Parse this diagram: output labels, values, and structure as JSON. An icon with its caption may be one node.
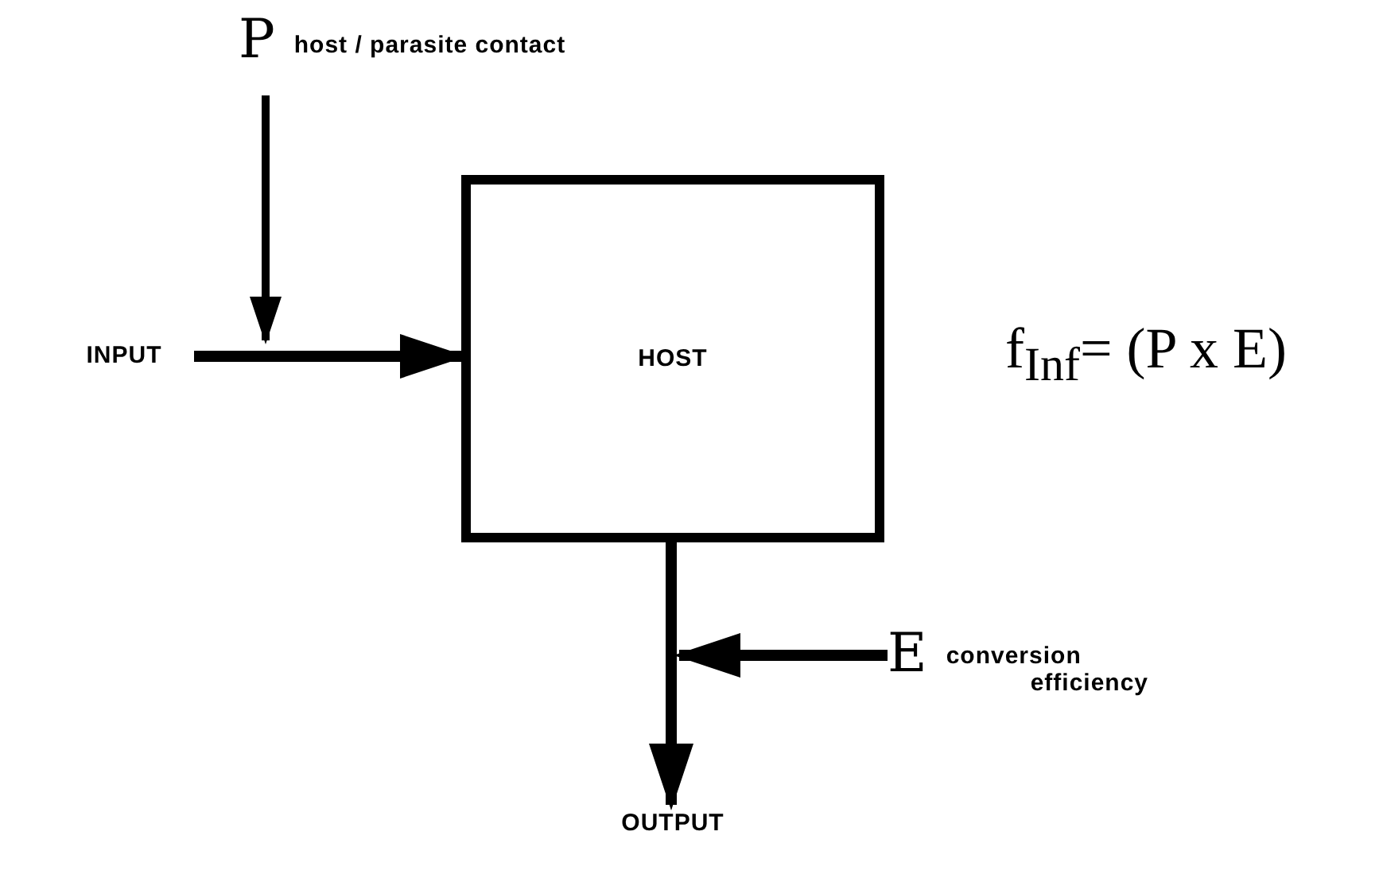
{
  "diagram": {
    "nodes": [
      {
        "text": [
          "INPUT"
        ]
      },
      {
        "text": [
          "HOST"
        ]
      },
      {
        "text": [
          "OUTPUT"
        ]
      },
      {
        "text": [
          "P",
          "host / parasite contact"
        ]
      },
      {
        "text": [
          "E",
          "conversion efficiency"
        ]
      }
    ],
    "edges": [
      {
        "from": 0,
        "to": 1,
        "arrow": "to"
      },
      {
        "from": 3,
        "to": null,
        "arrow": "to"
      },
      {
        "from": 1,
        "to": 2,
        "arrow": "to"
      },
      {
        "from": 4,
        "to": null,
        "arrow": "to"
      }
    ],
    "labels": [
      "f$_{Inf}$= (P x E)"
    ]
  }
}
